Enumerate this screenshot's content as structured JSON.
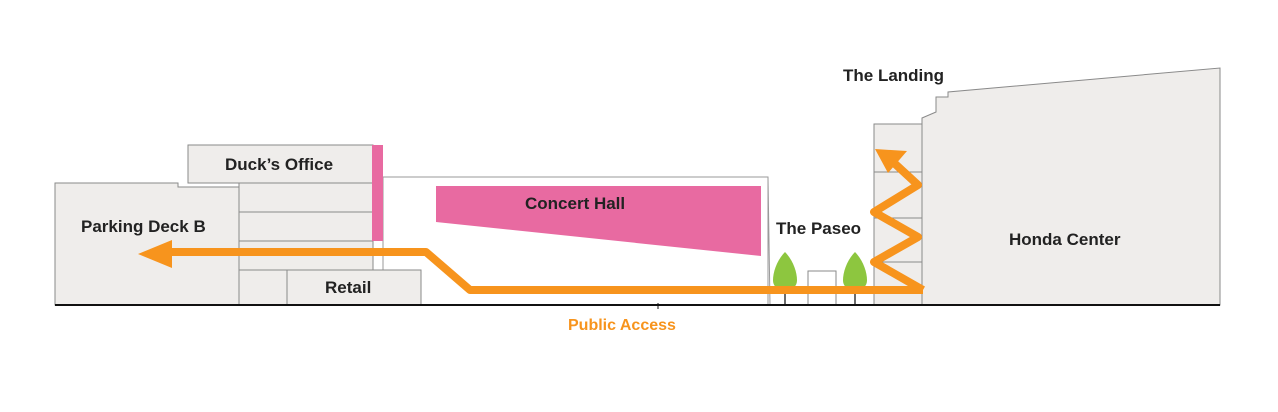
{
  "labels": {
    "the_landing": "The Landing",
    "ducks_office": "Duck’s Office",
    "parking_deck_b": "Parking Deck B",
    "concert_hall": "Concert Hall",
    "the_paseo": "The Paseo",
    "honda_center": "Honda Center",
    "retail": "Retail",
    "public_access": "Public Access"
  },
  "colors": {
    "building_fill": "#efedeb",
    "building_stroke": "#8a8a8a",
    "accent_pink": "#e86aa1",
    "path_orange": "#f7941d",
    "tree_green": "#8dc63f",
    "ground": "#111111"
  }
}
